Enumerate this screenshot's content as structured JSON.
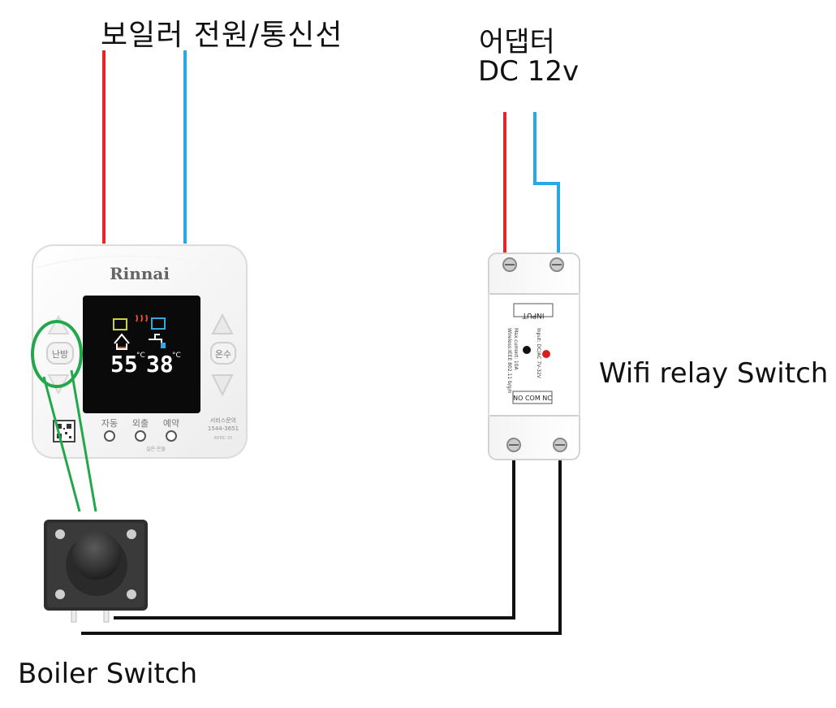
{
  "labels": {
    "boiler_power": "보일러 전원/통신선",
    "adapter_line1": "어댑터",
    "adapter_line2": "DC 12v",
    "relay": "Wifi relay Switch",
    "boiler_switch": "Boiler Switch"
  },
  "thermostat": {
    "brand": "Rinnai",
    "temp_room": "55",
    "temp_water": "38",
    "unit": "°C",
    "btn_heat": "난방",
    "btn_water": "온수",
    "btn_auto": "자동",
    "btn_out": "외출",
    "btn_reserve": "예약",
    "bottom_note": "실온·온돌",
    "service_label": "서비스문의",
    "service_number": "1544-3651",
    "model": "RBMC-35"
  },
  "relay": {
    "input_label": "INPUT",
    "spec_line1": "Input: DC/AC 7V-32V",
    "spec_line2": "Max.current: 10A",
    "spec_line3": "Wireless:IEEE 802.11 b/g/n",
    "output_label": "NO COM NC"
  },
  "colors": {
    "wire_positive": "#e8232a",
    "wire_signal": "#25a9e8",
    "wire_output": "#111111",
    "highlight": "#22a84a"
  }
}
